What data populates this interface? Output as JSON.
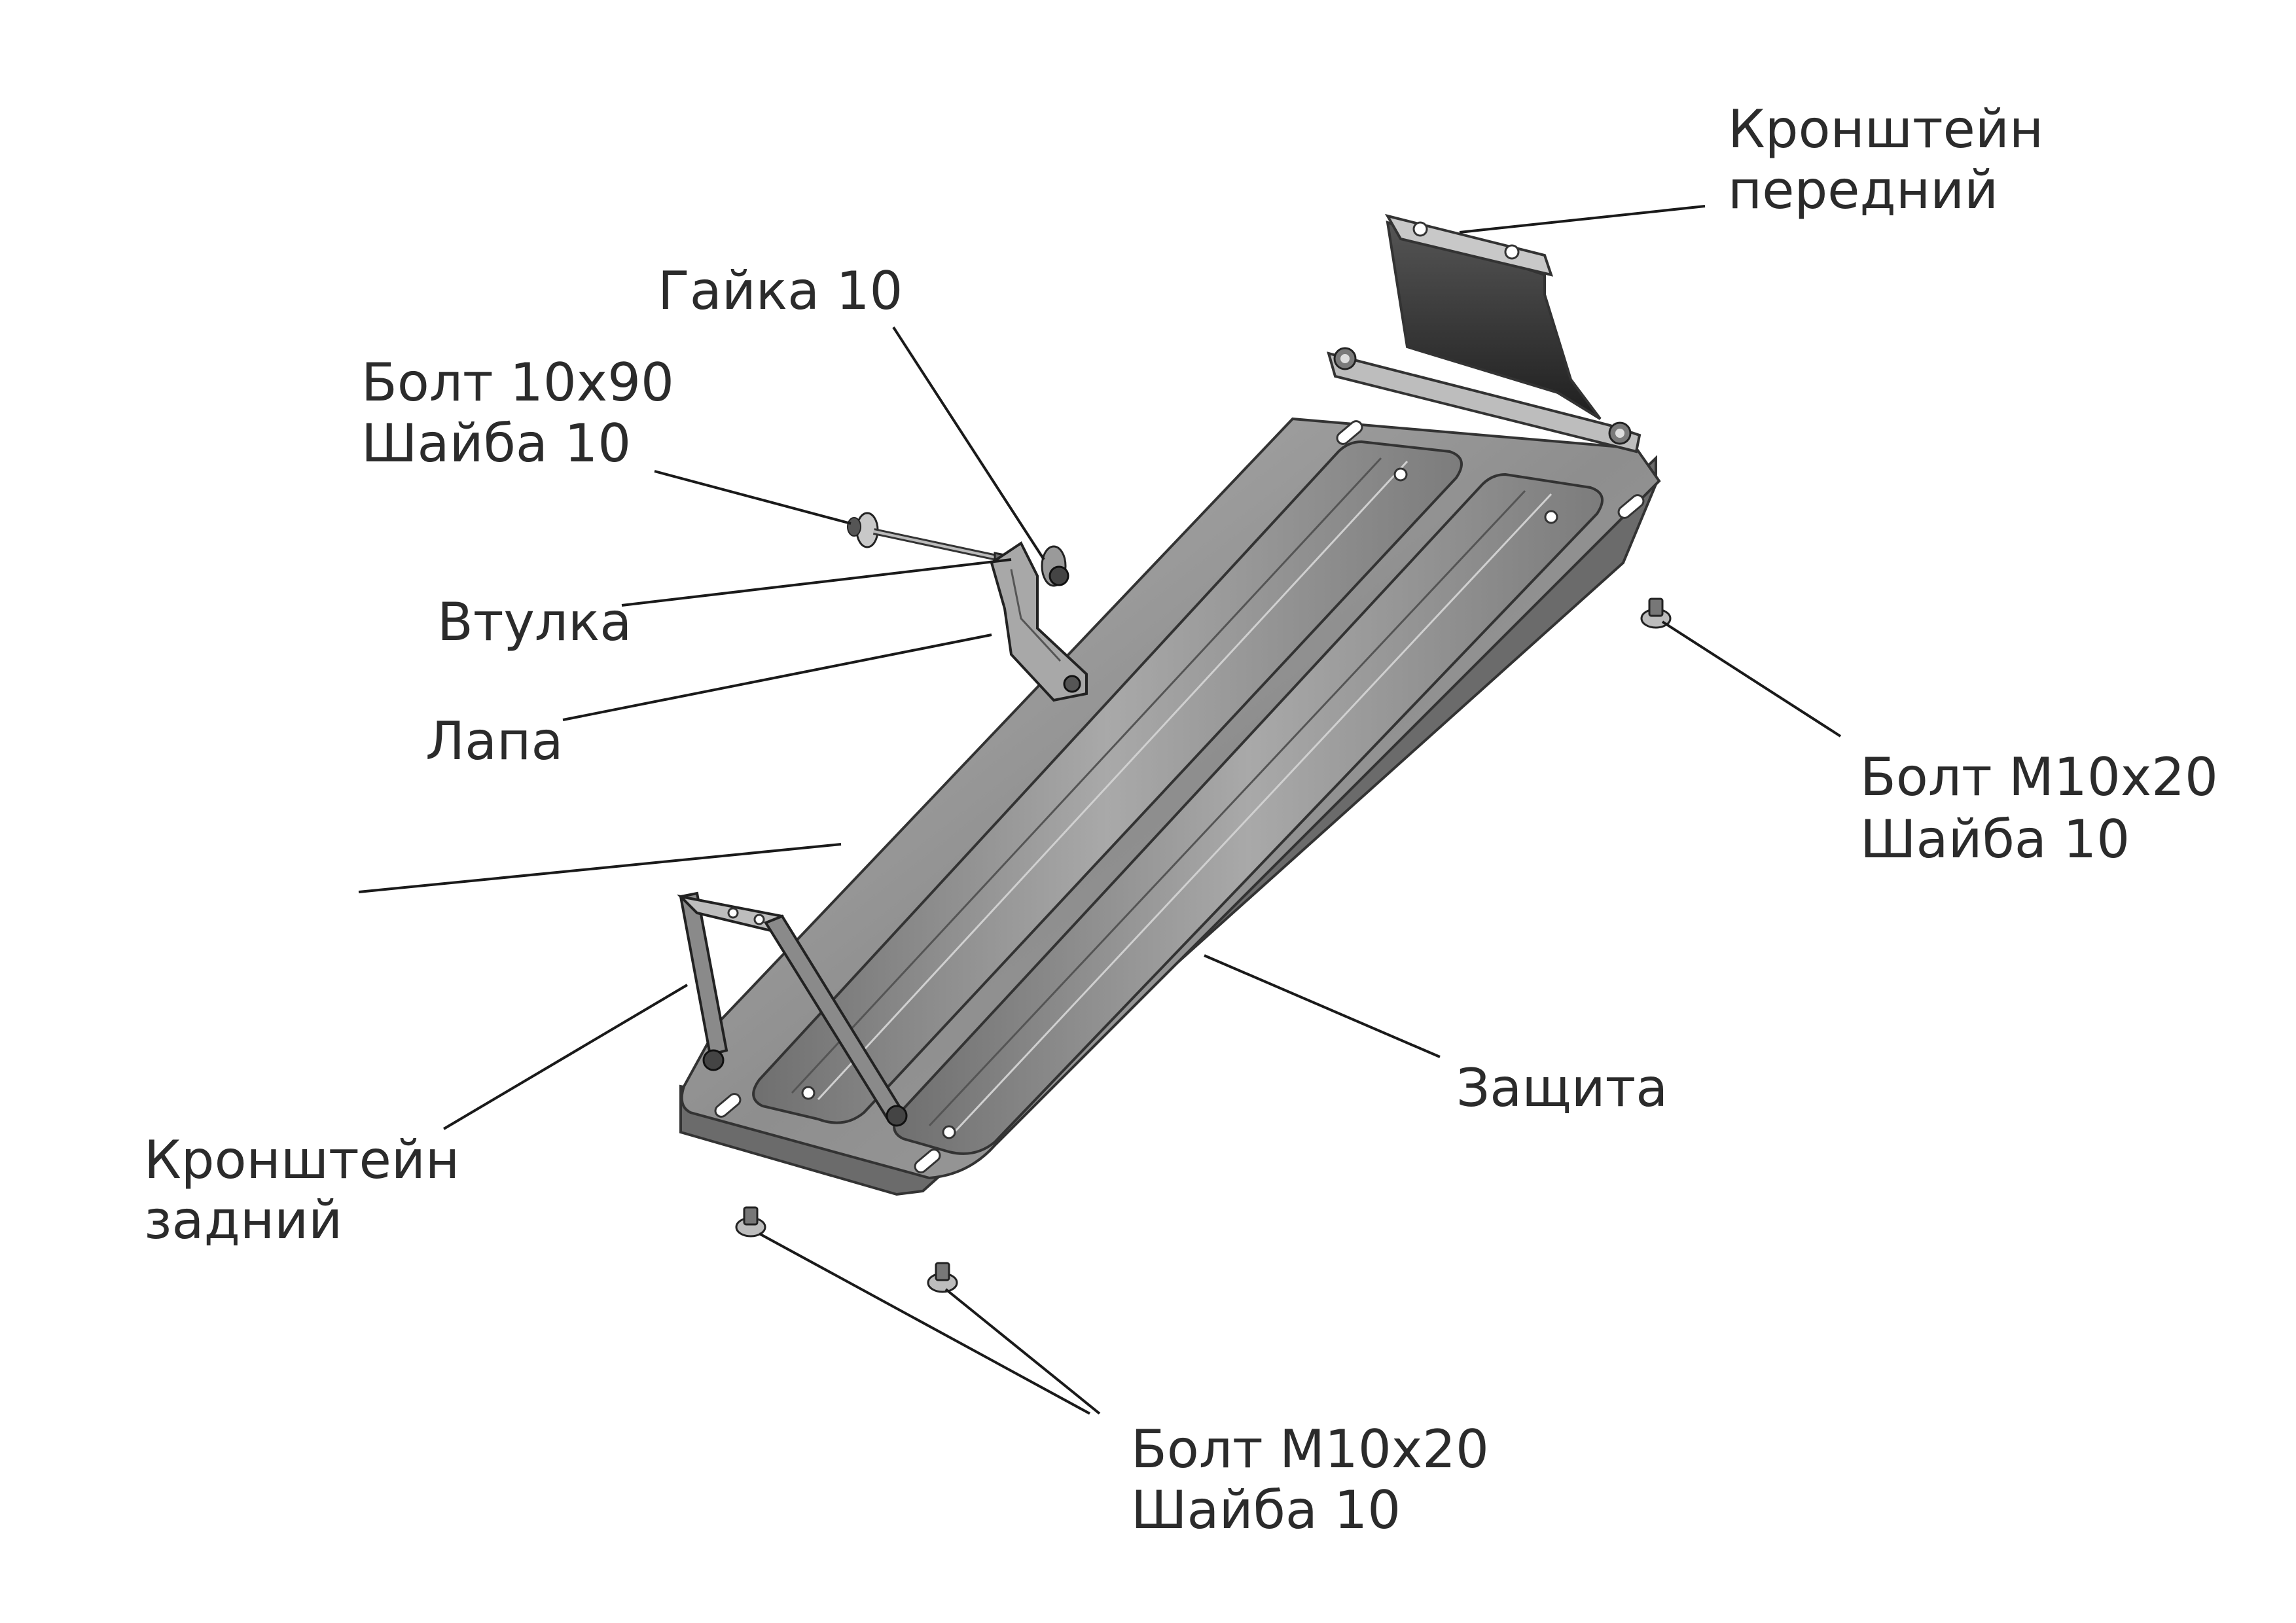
{
  "labels": {
    "front_bracket": {
      "line1": "Кронштейн",
      "line2": "передний"
    },
    "nut": "Гайка 10",
    "long_bolt": {
      "line1": "Болт 10х90",
      "line2": "Шайба 10"
    },
    "bushing": "Втулка",
    "paw": "Лапа",
    "right_bolt": {
      "line1": "Болт М10х20",
      "line2": "Шайба 10"
    },
    "guard": "Защита",
    "rear_bracket": {
      "line1": "Кронштейн",
      "line2": "задний"
    },
    "bottom_bolt": {
      "line1": "Болт М10х20",
      "line2": "Шайба 10"
    }
  },
  "colors": {
    "text": "#2b2b2b",
    "leader": "#1a1a1a",
    "guard_fill": "#9a9a9a",
    "bracket_dark": "#3a3a3a"
  }
}
